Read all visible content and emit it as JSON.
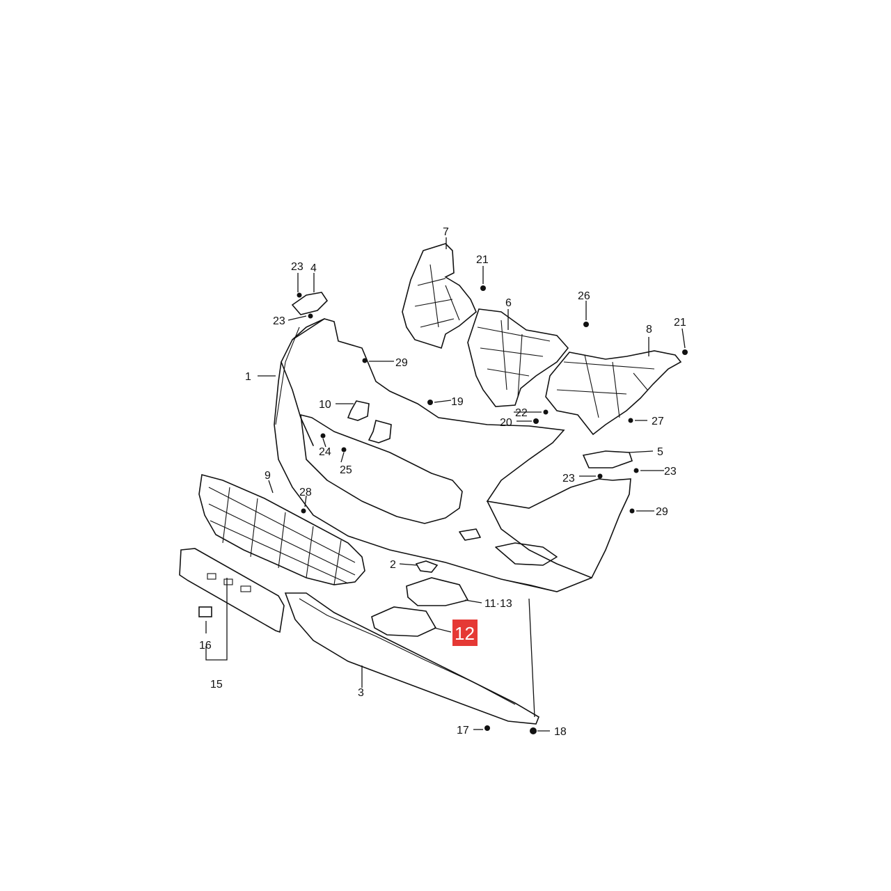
{
  "callouts": {
    "c1": "1",
    "c2": "2",
    "c3": "3",
    "c4": "4",
    "c5": "5",
    "c6": "6",
    "c7": "7",
    "c8": "8",
    "c9": "9",
    "c10": "10",
    "c11_13": "11·13",
    "c12": "12",
    "c15": "15",
    "c16": "16",
    "c17": "17",
    "c18": "18",
    "c19": "19",
    "c20": "20",
    "c21a": "21",
    "c21b": "21",
    "c22": "22",
    "c23a": "23",
    "c23b": "23",
    "c23c": "23",
    "c23d": "23",
    "c24": "24",
    "c25": "25",
    "c26": "26",
    "c27": "27",
    "c28": "28",
    "c29a": "29",
    "c29b": "29"
  },
  "highlight": {
    "color": "#e53935"
  }
}
